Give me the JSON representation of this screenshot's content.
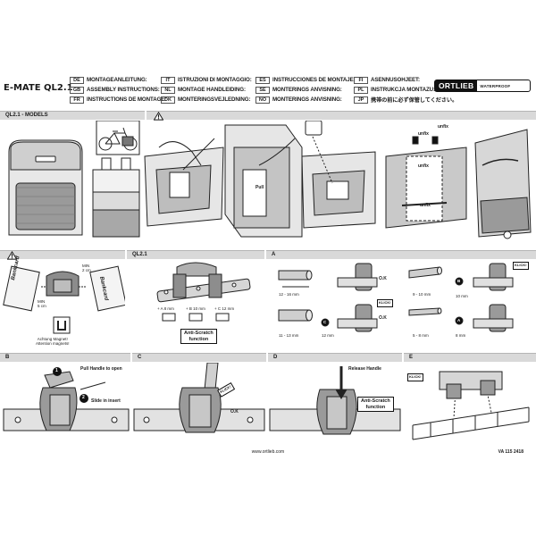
{
  "header": {
    "product_title": "E-MATE QL2.1",
    "languages": [
      {
        "code": "DE",
        "text": "MONTAGEANLEITUNG:"
      },
      {
        "code": "GB",
        "text": "ASSEMBLY INSTRUCTIONS:"
      },
      {
        "code": "FR",
        "text": "INSTRUCTIONS DE MONTAGE:"
      },
      {
        "code": "IT",
        "text": "ISTRUZIONI DI MONTAGGIO:"
      },
      {
        "code": "NL",
        "text": "MONTAGE HANDLEIDING:"
      },
      {
        "code": "DK",
        "text": "MONTERINGSVEJLEDNING:"
      },
      {
        "code": "ES",
        "text": "INSTRUCCIONES DE MONTAJE:"
      },
      {
        "code": "SE",
        "text": "MONTERINGS ANVISNING:"
      },
      {
        "code": "NO",
        "text": "MONTERINGS ANVISNING:"
      },
      {
        "code": "FI",
        "text": "ASENNUSOHJEET:"
      },
      {
        "code": "PL",
        "text": "INSTRUKCJA MONTAZU:"
      },
      {
        "code": "JP",
        "text": "携帯の前に必ず保管してください。"
      }
    ],
    "logo": {
      "brand": "ORTLIEB",
      "tagline": "WATERPROOF"
    }
  },
  "sections": {
    "models": "QL2.1 - MODELS",
    "ql21": "QL2.1",
    "a": "A",
    "b": "B",
    "c": "C",
    "d": "D",
    "e": "E"
  },
  "labels": {
    "unfix_1": "unfix",
    "unfix_2": "unfix",
    "unfix_3": "unfix",
    "unfix_4": "unfix",
    "bankcard_1": "Bankcard",
    "bankcard_2": "Bankcard",
    "min_top": "MIN\n2 cm",
    "min_bottom": "MIN\n5 cm",
    "magnet_warning": "Achtung Magnet!\nAttention magnets!",
    "insert_a": "+ A 8 mm",
    "insert_b": "+ B 10 mm",
    "insert_c": "+ C 12 mm",
    "anti_scratch": "Anti-Scratch\nfunction",
    "range_1": "12 - 16 mm",
    "range_2": "9 - 10 mm",
    "range_3": "11 - 13 mm",
    "range_4": "5 - 8 mm",
    "ok_1": "O.K",
    "ok_2": "O.K",
    "result_1": "10 mm",
    "result_2": "12 mm",
    "result_3": "8 mm",
    "badge_b": "B",
    "badge_c": "C",
    "badge_a": "A",
    "click_1": "KLICK!",
    "click_2": "KLICK!",
    "click_3": "KLICK!",
    "click_4": "KLICK!",
    "pull_handle": "Pull Handle to open",
    "slide_insert": "Slide in insert",
    "step_1": "1",
    "step_2": "2",
    "release_handle": "Release Handle",
    "anti_scratch_d": "Anti-Scratch\nfunction",
    "ok_c": "O.K",
    "pull": "Pull"
  },
  "footer": {
    "url": "www.ortlieb.com",
    "code": "VA 115 2418"
  },
  "colors": {
    "bar": "#d9d9d9",
    "ink": "#1a1a1a",
    "shade": "#8a8a8a"
  }
}
